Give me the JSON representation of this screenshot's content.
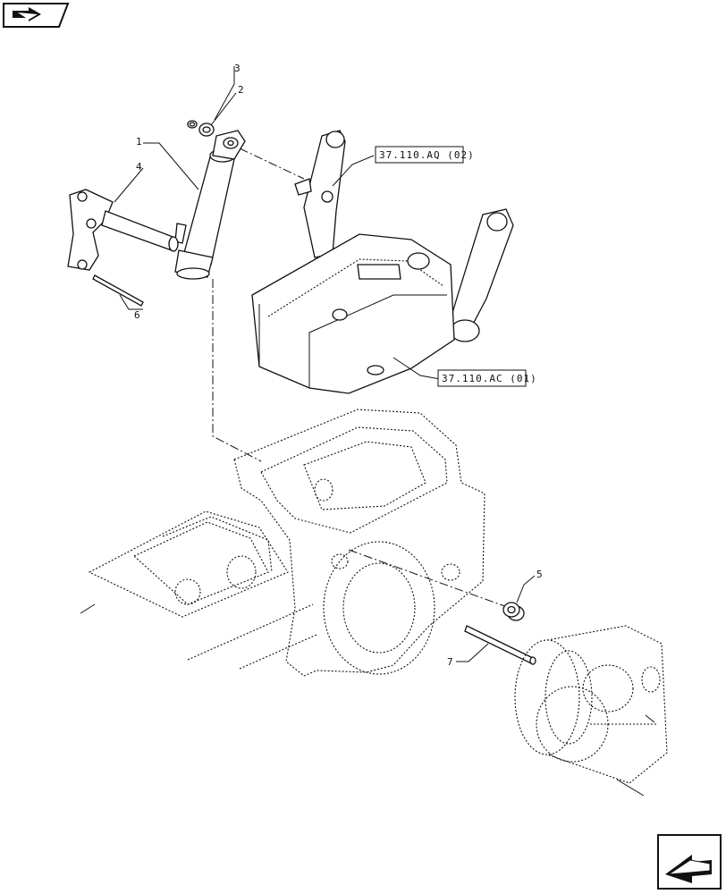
{
  "navigation": {
    "prev_icon": "book-arrow-icon",
    "next_icon": "next-page-arrow-icon"
  },
  "callouts": [
    {
      "number": "1"
    },
    {
      "number": "2"
    },
    {
      "number": "3"
    },
    {
      "number": "4"
    },
    {
      "number": "5"
    },
    {
      "number": "6"
    },
    {
      "number": "7"
    }
  ],
  "references": [
    {
      "text": "37.110.AQ (02)"
    },
    {
      "text": "37.110.AC (01)"
    }
  ]
}
